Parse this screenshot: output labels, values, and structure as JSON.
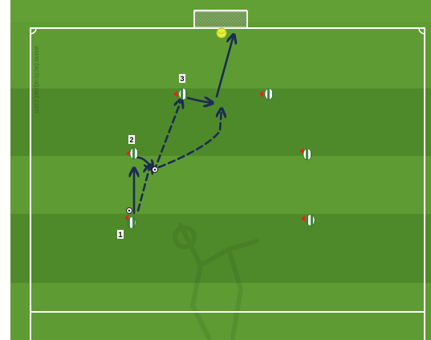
{
  "watermark": "www.tacticalpad.com",
  "colors": {
    "pitch_light": "#5e9c33",
    "pitch_dark": "#4f8a2a",
    "lines": "#ffffff",
    "arrow": "#1c2c52",
    "shirt_green": "#3f8a3f",
    "cone": "#d62a1a",
    "ball_yellow": "#e8ef3a"
  },
  "players": [
    {
      "id": "player-1",
      "label": "1"
    },
    {
      "id": "player-2",
      "label": "2"
    },
    {
      "id": "player-3",
      "label": "3"
    },
    {
      "id": "player-4",
      "label": ""
    },
    {
      "id": "player-5",
      "label": ""
    },
    {
      "id": "player-6",
      "label": ""
    }
  ]
}
